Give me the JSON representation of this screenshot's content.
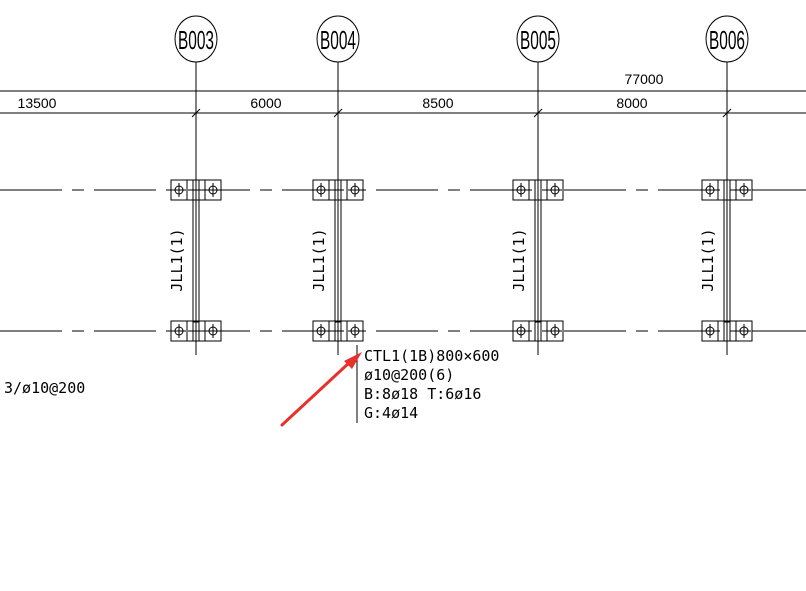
{
  "axes": [
    {
      "label": "B003"
    },
    {
      "label": "B004"
    },
    {
      "label": "B005"
    },
    {
      "label": "B006"
    }
  ],
  "dimensions": {
    "overall": "77000",
    "segments": [
      "13500",
      "6000",
      "8500",
      "8000"
    ]
  },
  "beam_label": "JLL1(1)",
  "side_note": "3/ø10@200",
  "cap_annotation": {
    "line1": "CTL1(1B)800×600",
    "line2": "ø10@200(6)",
    "line3": "B:8ø18 T:6ø16",
    "line4": "G:4ø14"
  },
  "colors": {
    "line": "#000000",
    "arrow": "#e8312b",
    "background": "#ffffff"
  }
}
